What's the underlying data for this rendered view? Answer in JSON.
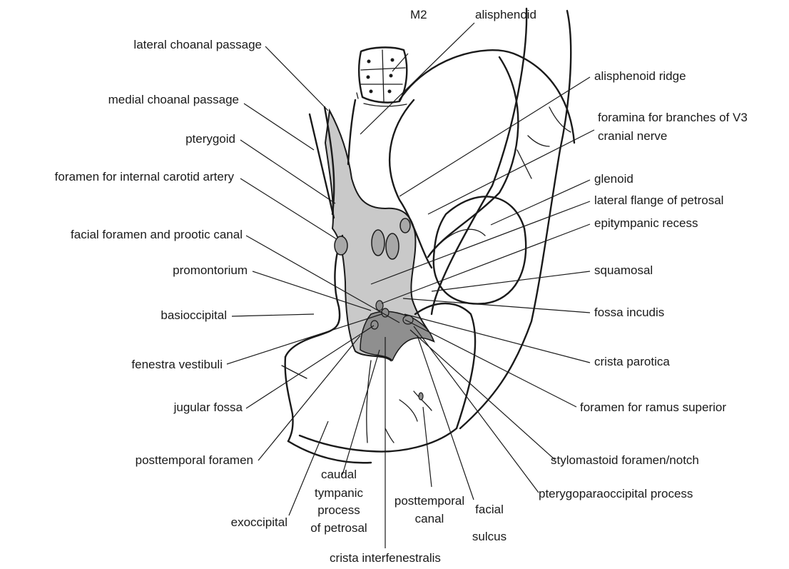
{
  "figure": {
    "colors": {
      "petrosal_fill": "#c9c9c9",
      "dark_fill": "#8f8f8f",
      "line": "#1a1a1a",
      "background": "#ffffff"
    },
    "labels": {
      "m2": "M2",
      "alisphenoid": "alisphenoid",
      "lateral_choanal_passage": "lateral choanal passage",
      "alisphenoid_ridge": "alisphenoid ridge",
      "medial_choanal_passage": "medial choanal passage",
      "foramina_v3_line1": "foramina for branches of V3",
      "foramina_v3_line2": "cranial nerve",
      "pterygoid": "pterygoid",
      "foramen_internal_carotid": "foramen for internal carotid artery",
      "glenoid": "glenoid",
      "lateral_flange_petrosal": "lateral flange of petrosal",
      "epitympanic_recess": "epitympanic recess",
      "facial_foramen_prootic_canal": "facial foramen and prootic canal",
      "promontorium": "promontorium",
      "squamosal": "squamosal",
      "fossa_incudis": "fossa incudis",
      "basioccipital": "basioccipital",
      "crista_parotica": "crista parotica",
      "fenestra_vestibuli": "fenestra vestibuli",
      "jugular_fossa": "jugular fossa",
      "foramen_ramus_superior": "foramen for ramus superior",
      "posttemporal_foramen": "posttemporal foramen",
      "stylomastoid": "stylomastoid foramen/notch",
      "caudal_tympanic_l1": "caudal",
      "caudal_tympanic_l2": "tympanic",
      "caudal_tympanic_l3": "process",
      "caudal_tympanic_l4": "of petrosal",
      "posttemporal_canal_l1": "posttemporal",
      "posttemporal_canal_l2": "canal",
      "facial_sulcus_l1": "facial",
      "facial_sulcus_l2": "sulcus",
      "pterygoparaoccipital": "pterygoparaoccipital process",
      "exoccipital": "exoccipital",
      "crista_interfenestralis": "crista interfenestralis"
    }
  }
}
